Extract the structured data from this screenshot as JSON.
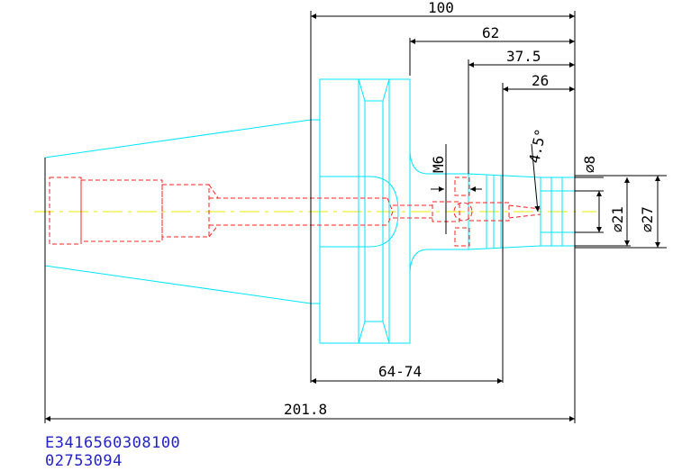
{
  "dimensions": {
    "overall_length": "201.8",
    "length_100": "100",
    "length_62": "62",
    "length_37_5": "37.5",
    "length_26": "26",
    "range_64_74": "64-74",
    "thread": "M6",
    "angle": "4.5°",
    "dia_8": "⌀8",
    "dia_21": "⌀21",
    "dia_27": "⌀27"
  },
  "part_codes": {
    "line1": "E3416560308100",
    "line2": "02753094"
  },
  "colors": {
    "outline": "#00e5ff",
    "hidden": "#ff2020",
    "centerline": "#e8e800",
    "dimension": "#000000",
    "code_text": "#2323c8"
  }
}
